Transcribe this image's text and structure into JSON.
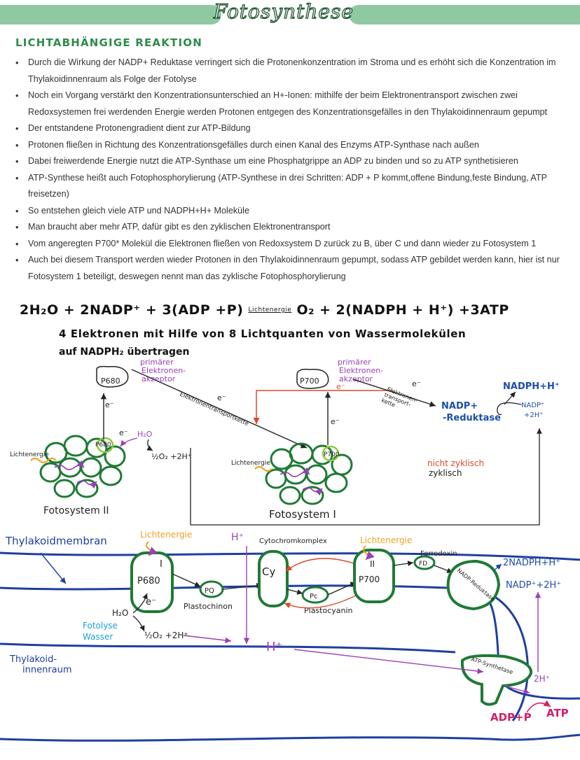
{
  "title": "Fotosynthese",
  "section_heading": "LICHTABHÄNGIGE REAKTION",
  "bullets": [
    "Durch die Wirkung der NADP+ Reduktase verringert sich die Protonenkonzentration im Stroma und es erhöht sich die Konzentration im Thylakoidinnenraum als Folge der Fotolyse",
    "Noch ein Vorgang verstärkt den Konzentrationsunterschied an H+-Ionen: mithilfe der beim Elektronentransport zwischen zwei Redoxsystemen frei werdenden Energie werden Protonen entgegen des Konzentrationsgefälles in den Thylakoidinnenraum gepumpt",
    "Der entstandene Protonengradient dient zur ATP-Bildung",
    "Protonen fließen in Richtung des Konzentrationsgefälles durch einen Kanal des Enzyms ATP-Synthase nach außen",
    "Dabei freiwerdende Energie nutzt die ATP-Synthase um eine Phosphatgrippe an ADP zu binden und so zu ATP synthetisieren",
    "ATP-Synthese heißt auch Fotophosphorylierung (ATP-Synthese in drei Schritten: ADP + P kommt,offene Bindung,feste Bindung, ATP freisetzen)",
    "So entstehen gleich viele ATP und NADPH+H+ Moleküle",
    "Man braucht aber mehr ATP, dafür gibt es den zyklischen Elektronentransport",
    "Vom angeregten P700* Molekül die Elektronen fließen von Redoxsystem D zurück zu B, über C und dann wieder zu Fotosystem 1",
    "Auch bei diesem Transport werden wieder Protonen in den Thylakoidinnenraum gepumpt, sodass ATP gebildet werden kann, hier ist nur Fotosystem 1 beteiligt, deswegen nennt man das zyklische Fotophosphorylierung"
  ],
  "equation": {
    "left": "2H₂O + 2NADP⁺ + 3(ADP +P)",
    "over_arrow": "Lichtenergie",
    "right": "O₂ + 2(NADPH + H⁺) +3ATP",
    "line2": "4 Elektronen mit Hilfe von 8 Lichtquanten von Wassermolekülen",
    "line3": "auf NADPH₂ übertragen"
  },
  "upper_diagram": {
    "p680_star": "P680",
    "p700_star": "P700",
    "primary_acceptor_1": "primärer",
    "primary_acceptor_2": "Elektronen-",
    "primary_acceptor_3": "akzeptor",
    "e_minus": "e⁻",
    "etc_label": "Elektronentransportkette",
    "etc_label_right": "Elektronen-",
    "etc_label_right2": "transport-",
    "etc_label_right3": "kette",
    "water": "H₂O",
    "water_products": "½O₂ +2H⁺",
    "light": "Lichtenergie",
    "p680": "P680",
    "p700": "P700",
    "ps2": "Fotosystem II",
    "ps1": "Fotosystem I",
    "reductase_1": "NADP+",
    "reductase_2": "-Reduktase",
    "nadph": "NADPH+H⁺",
    "nadp_1": "NADP⁺",
    "nadp_2": "+2H⁺",
    "not_cyclic": "nicht zyklisch",
    "cyclic": "zyklisch"
  },
  "lower_diagram": {
    "membrane": "Thylakoidmembran",
    "lumen_1": "Thylakoid-",
    "lumen_2": "innenraum",
    "light_1": "Lichtenergie",
    "light_2": "Lichtenergie",
    "h_plus": "H⁺",
    "cyt_label": "Cytochromkomplex",
    "cy": "Cy",
    "roman1": "I",
    "roman2": "II",
    "p680": "P680",
    "p700": "P700",
    "pq": "PQ",
    "pq_label": "Plastochinon",
    "pc": "Pc",
    "pc_label": "Plastocyanin",
    "fd": "FD",
    "fd_label": "Ferredoxin",
    "reductase": "NADP-Reduktase",
    "nadph": "2NADPH+H⁺",
    "nadp": "NADP⁺+2H⁺",
    "atp_synthase": "ATP-Synthetase",
    "two_h": "2H⁺",
    "h2o": "H₂O",
    "e": "e⁻",
    "o2": "½O₂ +2H⁺",
    "fotolyse_1": "Fotolyse",
    "fotolyse_2": "Wasser",
    "adp": "ADP+P",
    "atp": "ATP"
  },
  "colors": {
    "header_green": "#8fc9a2",
    "heading_green": "#2e8b4a",
    "ps_green": "#1f7a35",
    "purple": "#9a3fb8",
    "orange": "#f0a21e",
    "blue_text": "#1d4fa8",
    "membrane_blue": "#1f3fa0",
    "red": "#d94a2a",
    "pink": "#d0206a"
  }
}
